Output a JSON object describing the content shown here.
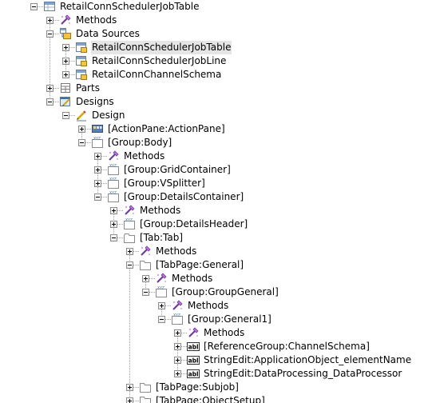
{
  "tree": {
    "nodes": [
      {
        "label": "RetailConnSchedulerJobTable",
        "level": 0,
        "expanded": true,
        "icon": "table-icon"
      },
      {
        "label": "Methods",
        "level": 1,
        "expanded": false,
        "icon": "methods-icon"
      },
      {
        "label": "Data Sources",
        "level": 1,
        "expanded": true,
        "icon": "data-sources-icon"
      },
      {
        "label": "RetailConnSchedulerJobTable",
        "level": 2,
        "expanded": false,
        "icon": "datasource-icon",
        "selected": true
      },
      {
        "label": "RetailConnSchedulerJobLine",
        "level": 2,
        "expanded": false,
        "icon": "datasource-icon"
      },
      {
        "label": "RetailConnChannelSchema",
        "level": 2,
        "expanded": false,
        "icon": "datasource-icon"
      },
      {
        "label": "Parts",
        "level": 1,
        "expanded": false,
        "icon": "parts-icon"
      },
      {
        "label": "Designs",
        "level": 1,
        "expanded": true,
        "icon": "designs-icon"
      },
      {
        "label": "Design",
        "level": 2,
        "expanded": true,
        "icon": "design-icon"
      },
      {
        "label": "[ActionPane:ActionPane]",
        "level": 3,
        "expanded": false,
        "icon": "action-pane-icon"
      },
      {
        "label": "[Group:Body]",
        "level": 3,
        "expanded": true,
        "icon": "group-icon"
      },
      {
        "label": "Methods",
        "level": 4,
        "expanded": false,
        "icon": "methods-icon"
      },
      {
        "label": "[Group:GridContainer]",
        "level": 4,
        "expanded": false,
        "icon": "group-icon"
      },
      {
        "label": "[Group:VSplitter]",
        "level": 4,
        "expanded": false,
        "icon": "group-icon"
      },
      {
        "label": "[Group:DetailsContainer]",
        "level": 4,
        "expanded": true,
        "icon": "group-icon"
      },
      {
        "label": "Methods",
        "level": 5,
        "expanded": false,
        "icon": "methods-icon"
      },
      {
        "label": "[Group:DetailsHeader]",
        "level": 5,
        "expanded": false,
        "icon": "group-icon"
      },
      {
        "label": "[Tab:Tab]",
        "level": 5,
        "expanded": true,
        "icon": "tab-icon"
      },
      {
        "label": "Methods",
        "level": 6,
        "expanded": false,
        "icon": "methods-icon"
      },
      {
        "label": "[TabPage:General]",
        "level": 6,
        "expanded": true,
        "icon": "tabpage-icon"
      },
      {
        "label": "Methods",
        "level": 7,
        "expanded": false,
        "icon": "methods-icon"
      },
      {
        "label": "[Group:GroupGeneral]",
        "level": 7,
        "expanded": true,
        "icon": "group-icon"
      },
      {
        "label": "Methods",
        "level": 8,
        "expanded": false,
        "icon": "methods-icon"
      },
      {
        "label": "[Group:General1]",
        "level": 8,
        "expanded": true,
        "icon": "group-icon"
      },
      {
        "label": "Methods",
        "level": 9,
        "expanded": false,
        "icon": "methods-icon"
      },
      {
        "label": "[ReferenceGroup:ChannelSchema]",
        "level": 9,
        "expanded": false,
        "icon": "string-edit-icon"
      },
      {
        "label": "StringEdit:ApplicationObject_elementName",
        "level": 9,
        "expanded": false,
        "icon": "string-edit-icon"
      },
      {
        "label": "StringEdit:DataProcessing_DataProcessor",
        "level": 9,
        "expanded": false,
        "icon": "string-edit-icon"
      },
      {
        "label": "[TabPage:Subjob]",
        "level": 6,
        "expanded": false,
        "icon": "tabpage-icon"
      },
      {
        "label": "[TabPage:ObjectSetup]",
        "level": 6,
        "expanded": false,
        "icon": "tabpage-icon"
      }
    ]
  }
}
